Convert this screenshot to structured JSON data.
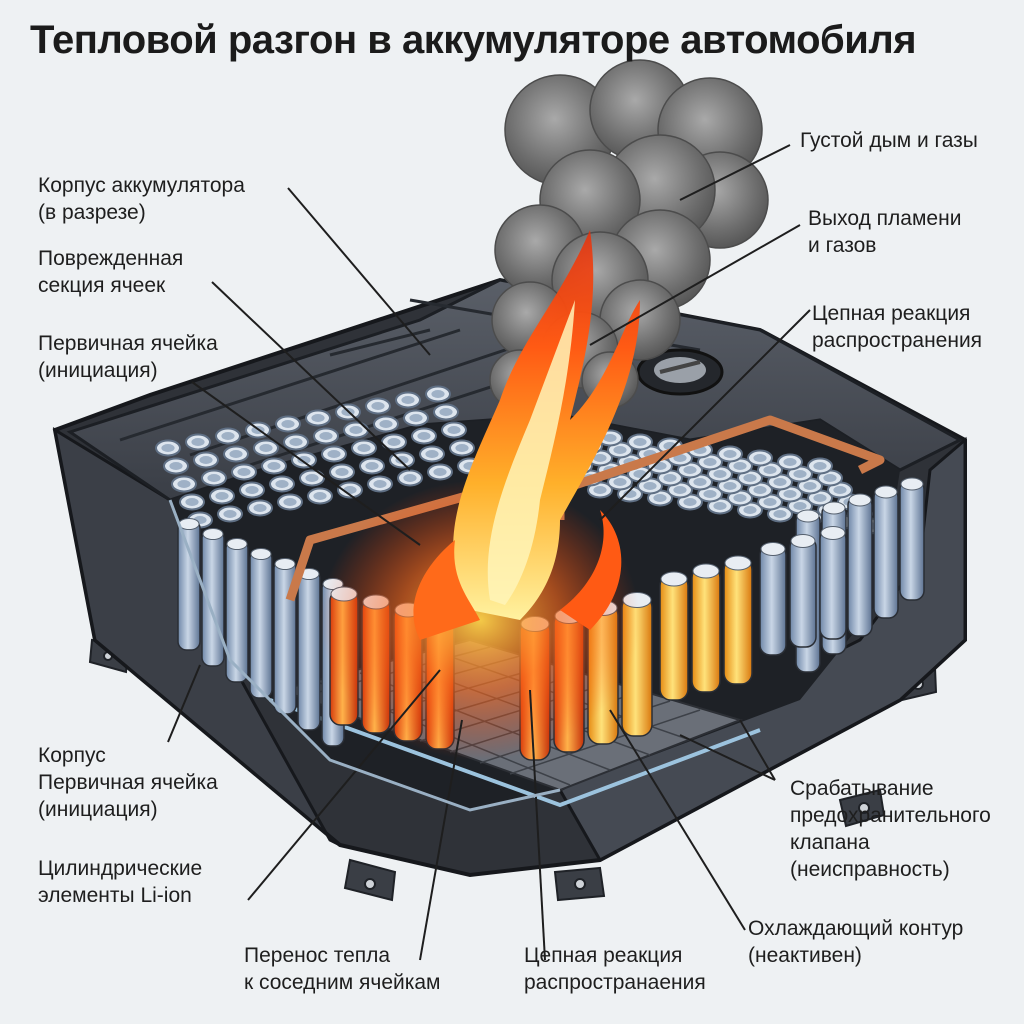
{
  "title": "Тепловой разгон в аккумуляторе автомобиля",
  "labels": {
    "case_section": [
      "Корпус аккумулятора",
      "(в разрезе)"
    ],
    "damaged_section": [
      "Поврежденная",
      "секция ячеек"
    ],
    "primary_cell_top": [
      "Первичная ячейка",
      "(инициация)"
    ],
    "smoke": [
      "Густой дым и газы"
    ],
    "flame_exit": [
      "Выход пламени",
      "и газов"
    ],
    "chain_reaction_top": [
      "Цепная реакция",
      "распространения"
    ],
    "case_primary": [
      "Корпус",
      "Первичная ячейка",
      "(инициация)"
    ],
    "cylindrical": [
      "Цилиндрические",
      "элементы Li-ion"
    ],
    "heat_transfer": [
      "Перенос тепла",
      "к соседним ячейкам"
    ],
    "chain_reaction_bottom": [
      "Цепная реакция",
      "распространаения"
    ],
    "valve": [
      "Срабатывание",
      "предохранительного",
      "клапана",
      "(неисправность)"
    ],
    "cooling": [
      "Охлаждающий контур",
      "(неактивен)"
    ]
  },
  "colors": {
    "background": "#eef1f3",
    "housing": "#3c4048",
    "cell_cold": "#8fa8c8",
    "cell_hot": "#ff7a1a",
    "flame": "#ff4a12",
    "smoke": "#7d7d7d"
  }
}
